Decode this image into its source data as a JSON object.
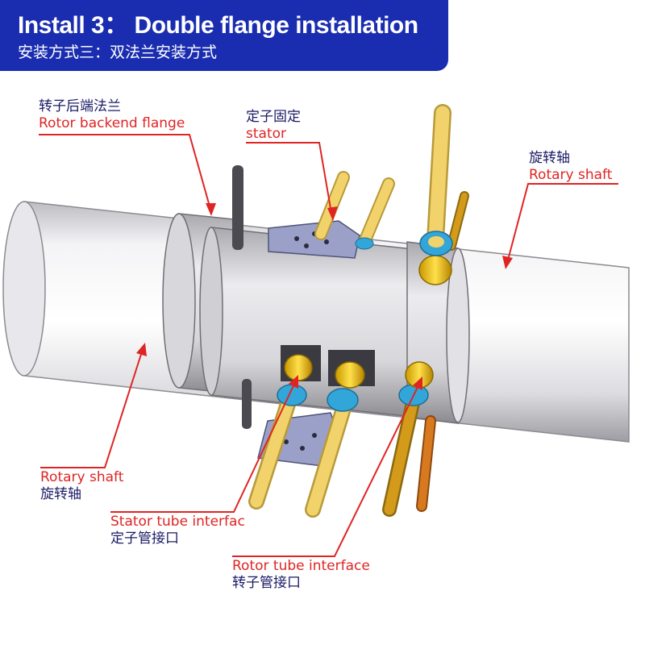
{
  "banner": {
    "title": "Install 3：  Double flange installation",
    "subtitle": "安装方式三：双法兰安装方式"
  },
  "labels": {
    "rotor_backend": {
      "zh": "转子后端法兰",
      "en": "Rotor backend flange"
    },
    "stator": {
      "zh": "定子固定",
      "en": "stator"
    },
    "rotary_top": {
      "zh": "旋转轴",
      "en": "Rotary shaft"
    },
    "rotary_bottom": {
      "en": "Rotary shaft",
      "zh": "旋转轴"
    },
    "stator_tube": {
      "en": "Stator tube interfac",
      "zh": "定子管接口"
    },
    "rotor_tube": {
      "en": "Rotor tube interface",
      "zh": "转子管接口"
    }
  },
  "colors": {
    "banner": "#1a2db0",
    "label_en": "#e02424",
    "label_zh": "#1a1a66",
    "leader": "#e02424",
    "shaft": "#c9c9cc",
    "tube_yellow": "#f2d36b",
    "tube_amber": "#d49a1a",
    "tube_orange": "#d9791f",
    "fitting_brass": "#f2c400",
    "fitting_blue": "#33a6d9",
    "bracket": "#9aa0c8"
  }
}
